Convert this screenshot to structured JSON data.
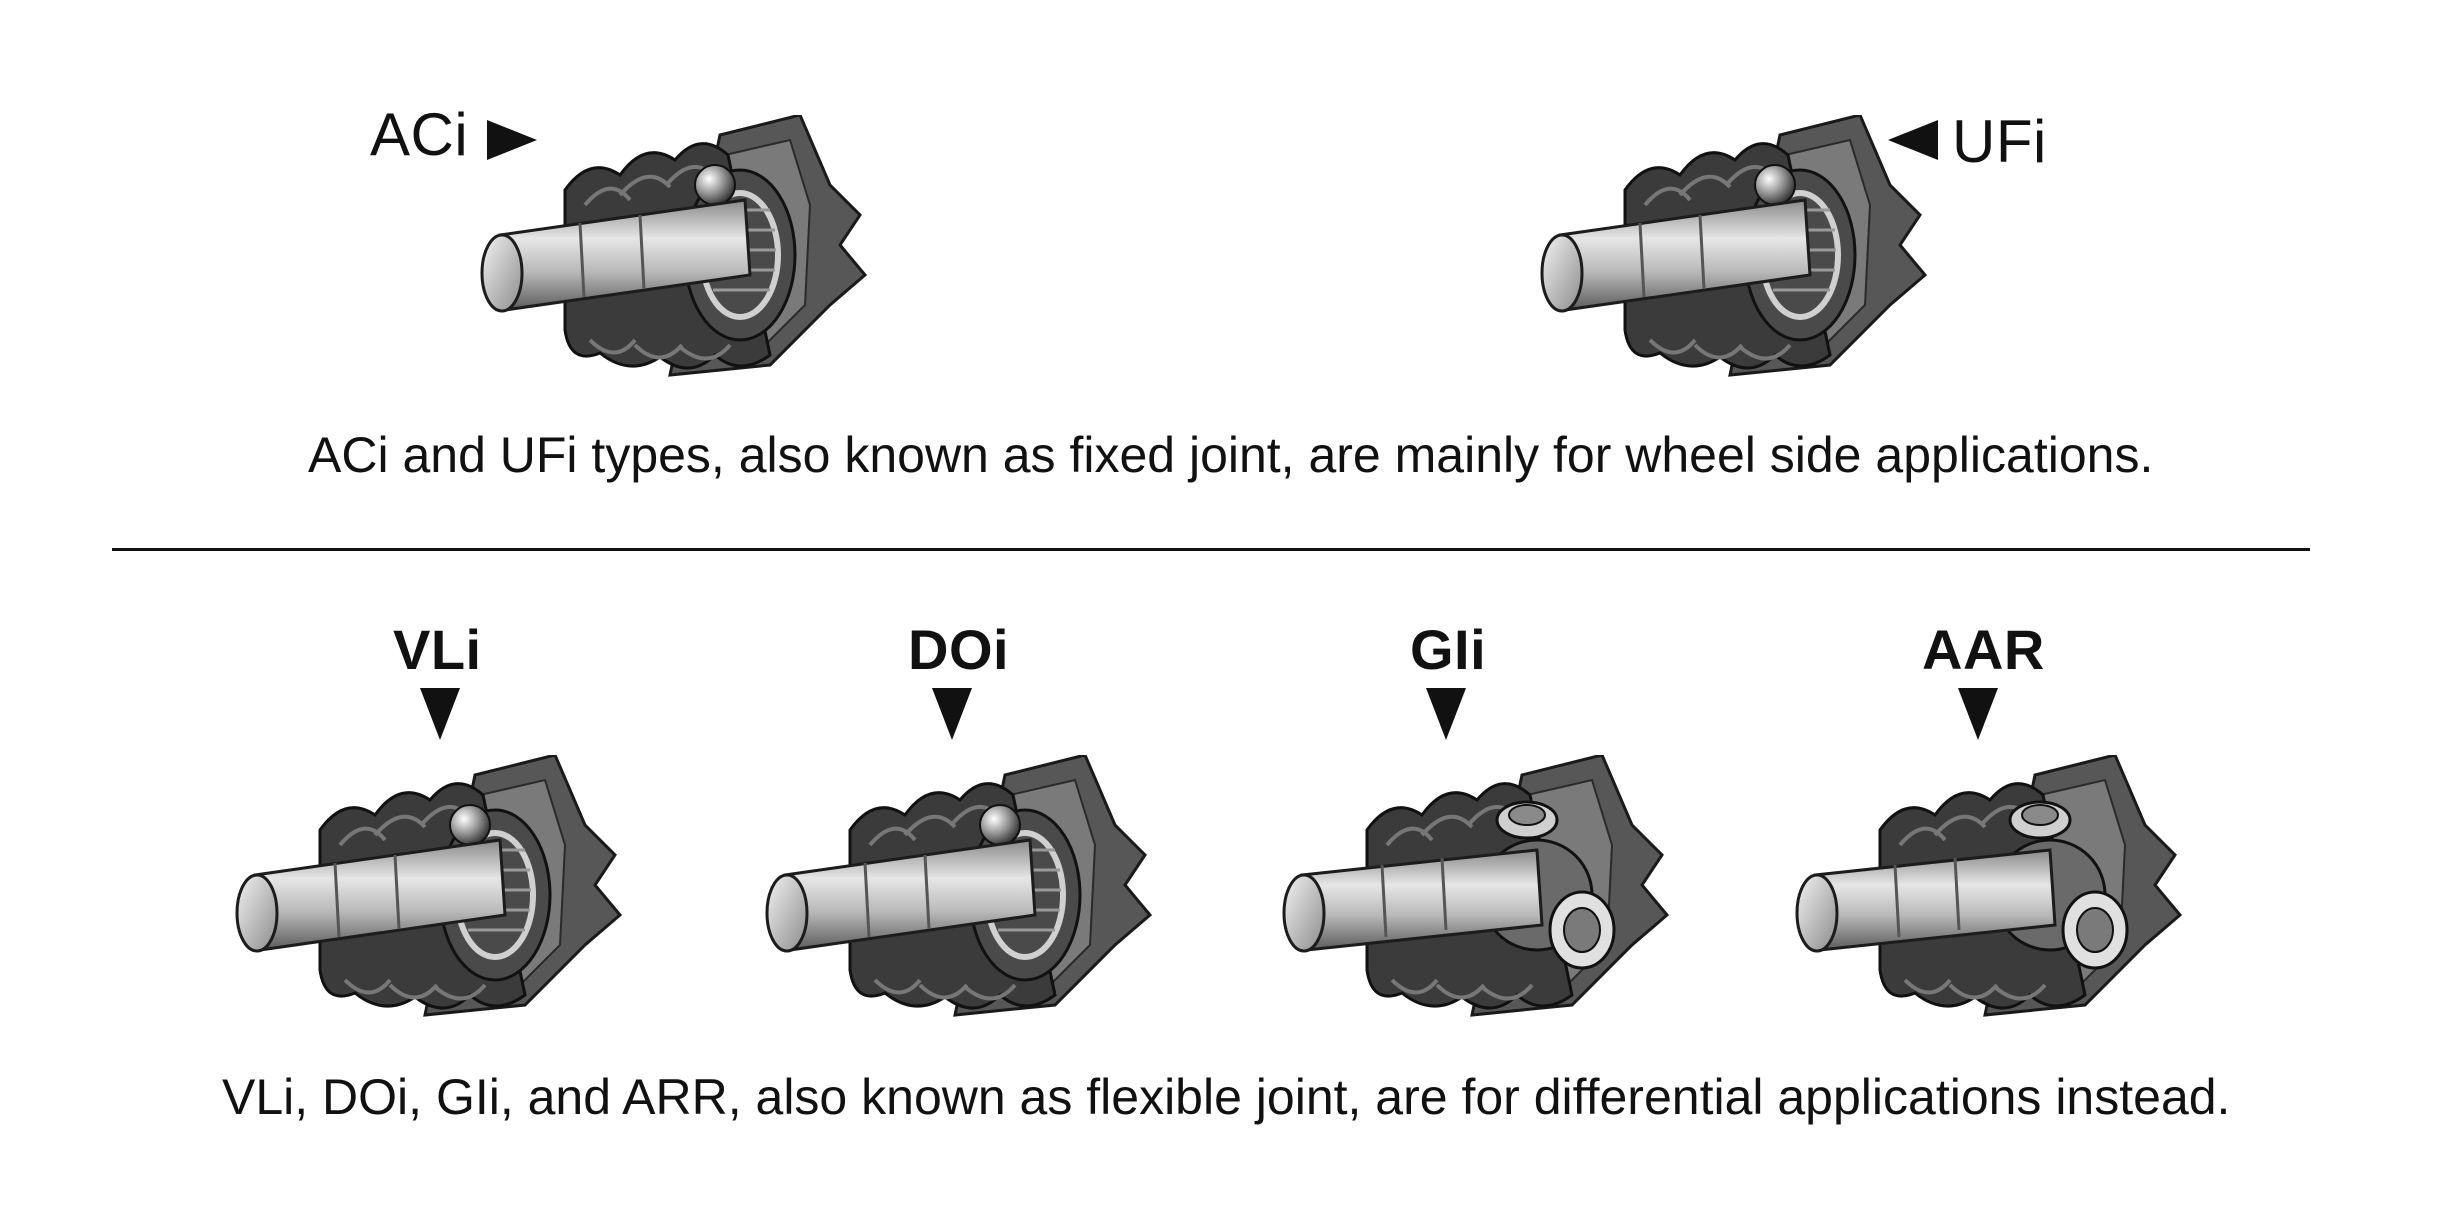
{
  "labels": {
    "aci": "ACi",
    "ufi": "UFi",
    "vli": "VLi",
    "doi": "DOi",
    "gli": "GIi",
    "aar": "AAR"
  },
  "captions": {
    "fixed": "ACi and UFi types, also known as fixed joint, are mainly for wheel side applications.",
    "flexible": "VLi, DOi, GIi, and ARR, also known as flexible joint, are for differential applications instead."
  },
  "colors": {
    "ink": "#111111",
    "boot": "#3a3a3a",
    "housing": "#5a5a5a",
    "shaft_light": "#d8d8d8",
    "shaft_dark": "#6e6e6e"
  }
}
